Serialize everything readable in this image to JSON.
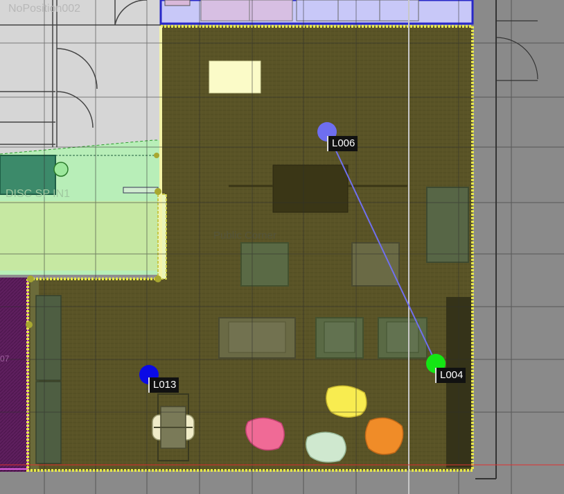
{
  "labels": {
    "no_position": "NoPosition002",
    "disc_room": "DISC SP IN1",
    "room_name": "Public Corner",
    "left_room_fragment": "07"
  },
  "markers": [
    {
      "id": "L006",
      "color": "#6e6ef0",
      "name": "marker-l006"
    },
    {
      "id": "L004",
      "color": "#14e614",
      "name": "marker-l004"
    },
    {
      "id": "L013",
      "color": "#0a0ae6",
      "name": "marker-l013"
    }
  ],
  "colors": {
    "floor": "#5a5427",
    "room_border": "#e0e050",
    "disc_zone": "#b5f0b5",
    "purple_room": "#5a1a5a",
    "blue_room": "#c8c8f8",
    "path_line": "#6e6ef0"
  },
  "icons": [
    "chair-icon",
    "sofa-icon",
    "table-icon",
    "beanbag-icon",
    "door-icon"
  ]
}
